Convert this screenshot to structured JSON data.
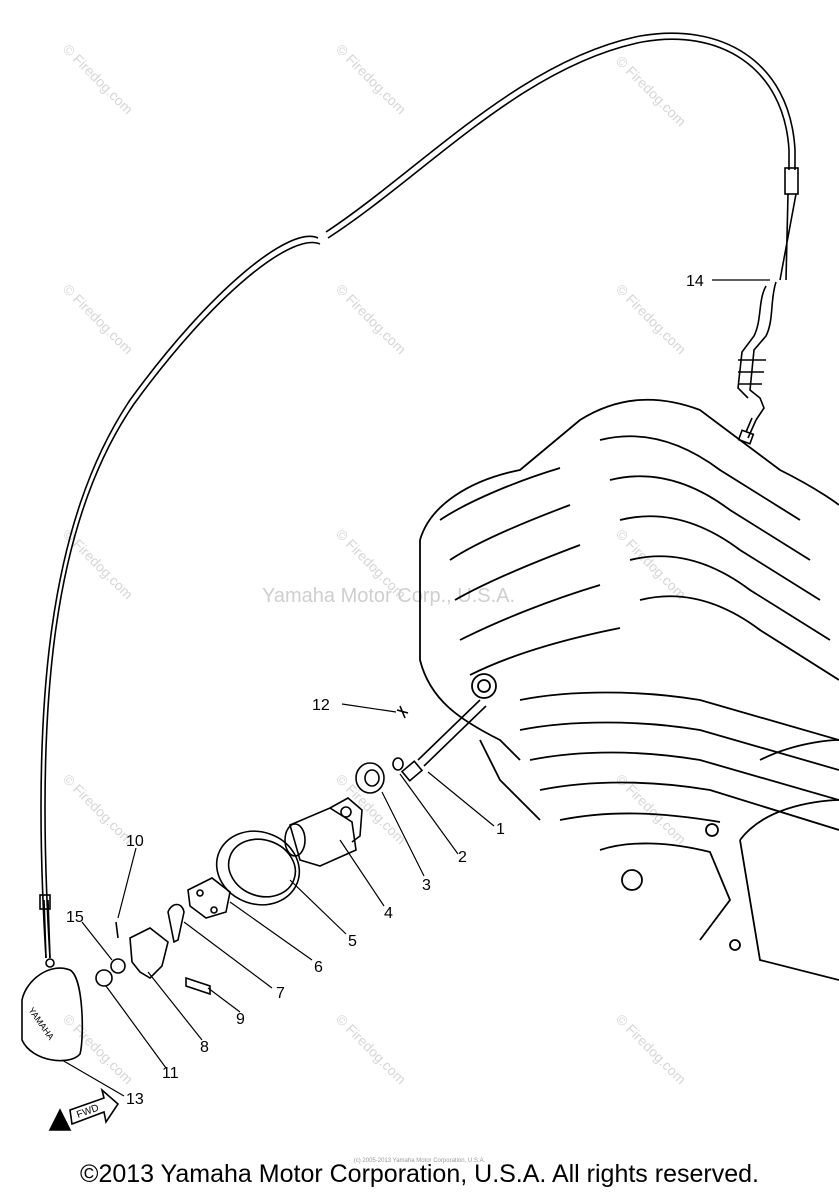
{
  "watermarks": {
    "site": "© Firedog.com",
    "center": "Yamaha Motor Corp., U.S.A."
  },
  "callouts": [
    "1",
    "2",
    "3",
    "4",
    "5",
    "6",
    "7",
    "8",
    "9",
    "10",
    "11",
    "12",
    "13",
    "14",
    "15"
  ],
  "cover_logo": "YAMAHA",
  "fwd_arrow": "FWD",
  "footer": {
    "copyright": "©2013 Yamaha Motor Corporation, U.S.A. All rights reserved.",
    "fine_print": "(c) 2005-2013 Yamaha Motor Corporation, U.S.A."
  },
  "colors": {
    "line": "#000000",
    "watermark": "#d0d0d0"
  }
}
